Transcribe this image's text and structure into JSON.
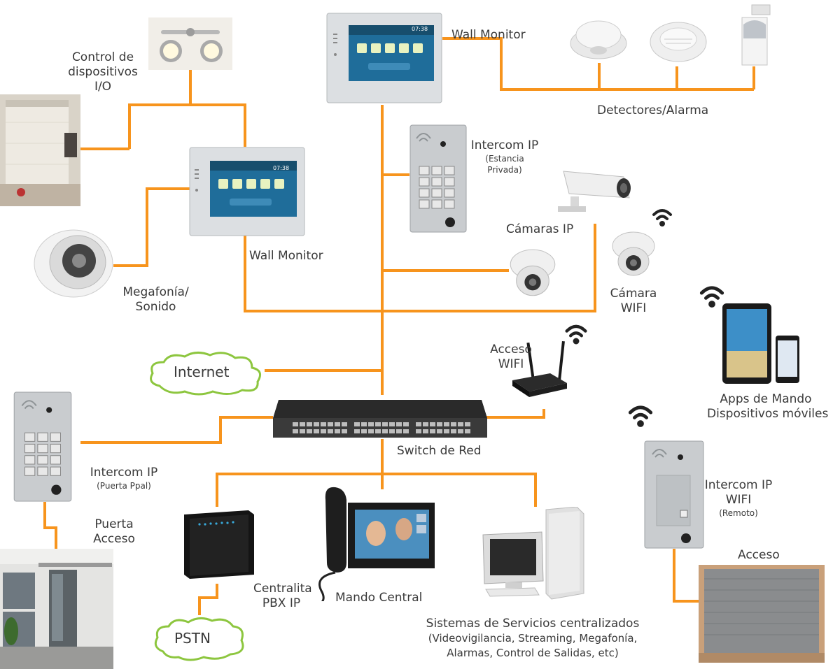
{
  "labels": {
    "control_io": [
      "Control de",
      "dispositivos",
      "I/O"
    ],
    "wall_monitor_top": "Wall Monitor",
    "wall_monitor_mid": "Wall Monitor",
    "detectores": "Detectores/Alarma",
    "intercom_privada": {
      "title": "Intercom IP",
      "sub": [
        "(Estancia",
        "Privada)"
      ]
    },
    "camaras_ip": "Cámaras IP",
    "camara_wifi": [
      "Cámara",
      "WIFI"
    ],
    "megafonia": [
      "Megafonía/",
      "Sonido"
    ],
    "internet": "Internet",
    "acceso_wifi": [
      "Acceso",
      "WIFI"
    ],
    "apps": [
      "Apps de Mando",
      "Dispositivos móviles"
    ],
    "switch": "Switch de Red",
    "intercom_ppal": {
      "title": "Intercom IP",
      "sub": "(Puerta Ppal)"
    },
    "puerta": [
      "Puerta",
      "Acceso"
    ],
    "intercom_wifi": {
      "title": [
        "Intercom IP",
        "WIFI"
      ],
      "sub": "(Remoto)"
    },
    "acceso": "Acceso",
    "centralita": [
      "Centralita",
      "PBX IP"
    ],
    "mando": "Mando Central",
    "sistemas": [
      "Sistemas de Servicios centralizados",
      "(Videovigilancia, Streaming, Megafonía,",
      "Alarmas, Control de Salidas, etc)"
    ],
    "pstn": "PSTN"
  },
  "monitor_screen": {
    "time": "07:38"
  },
  "colors": {
    "wire": "#f7941d",
    "cloud_stroke": "#8dc63f",
    "device_metal": "#c9cccf"
  }
}
